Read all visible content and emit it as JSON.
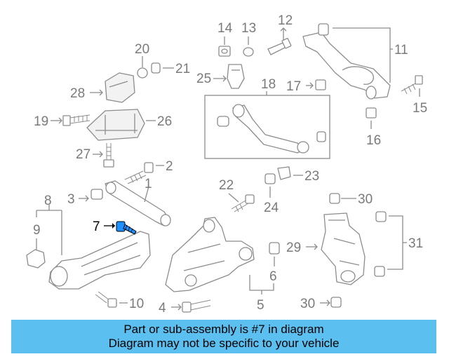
{
  "callouts": {
    "n1": "1",
    "n2": "2",
    "n3": "3",
    "n4": "4",
    "n5": "5",
    "n6": "6",
    "n7": "7",
    "n8": "8",
    "n9": "9",
    "n10": "10",
    "n11": "11",
    "n12": "12",
    "n13": "13",
    "n14": "14",
    "n15": "15",
    "n16": "16",
    "n17": "17",
    "n18": "18",
    "n19": "19",
    "n20": "20",
    "n21": "21",
    "n22": "22",
    "n23": "23",
    "n24": "24",
    "n25": "25",
    "n26": "26",
    "n27": "27",
    "n28": "28",
    "n29": "29",
    "n30a": "30",
    "n30b": "30",
    "n31": "31"
  },
  "highlight": {
    "part_number": "7",
    "color": "#1e90ff"
  },
  "banner": {
    "line1": "Part or sub-assembly is #7 in diagram",
    "line2": "Diagram may not be specific to your vehicle",
    "color": "#5bbff0"
  }
}
